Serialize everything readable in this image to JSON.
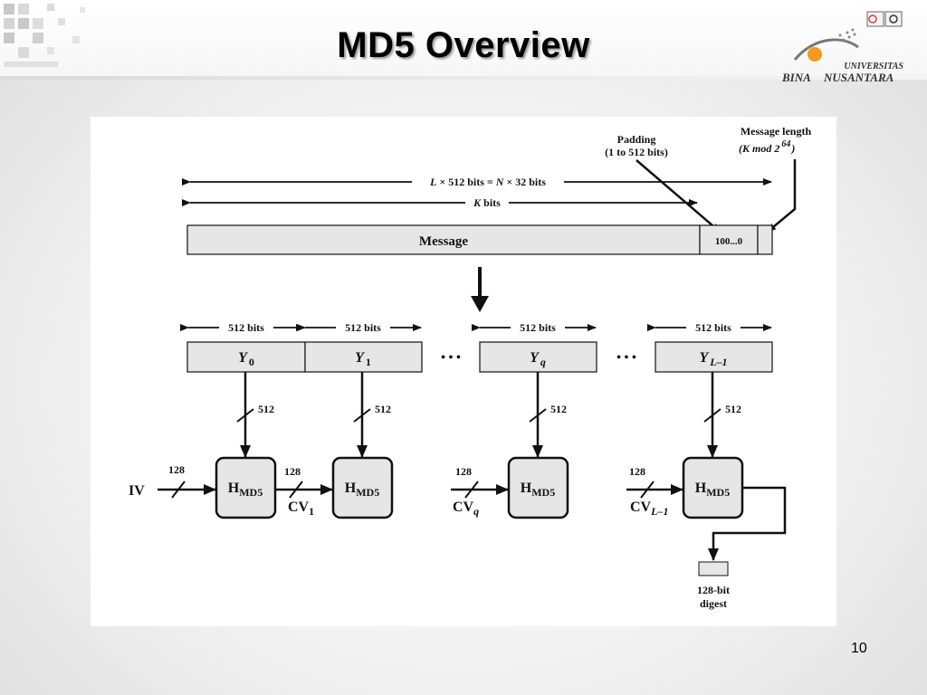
{
  "slide": {
    "title": "MD5 Overview",
    "page_number": "10",
    "logo": {
      "line1": "UNIVERSITAS",
      "line2_a": "BINA",
      "line2_b": "NUSANTARA"
    }
  },
  "diagram": {
    "padding_label": [
      "Padding",
      "(1 to 512 bits)"
    ],
    "msglen_label": [
      "Message length",
      "(K mod 2",
      "64",
      ")"
    ],
    "length_top": {
      "L": "L",
      "rest": " × 512 bits = ",
      "N": "N",
      "rest2": " × 32 bits"
    },
    "k_bits": {
      "K": "K",
      "rest": " bits"
    },
    "message": "Message",
    "pad_bits": "100...0",
    "block_size": "512 bits",
    "dots": "• • •",
    "blocks": [
      {
        "Y": "Y",
        "sub": "0"
      },
      {
        "Y": "Y",
        "sub": "1"
      },
      {
        "Y": "Y",
        "sub": "q"
      },
      {
        "Y": "Y",
        "sub": "L–1"
      }
    ],
    "bus_512": "512",
    "bus_128": "128",
    "h_main": "H",
    "h_sub": "MD5",
    "iv": "IV",
    "cvs": [
      {
        "CV": "CV",
        "sub": "1"
      },
      {
        "CV": "CV",
        "sub": "q"
      },
      {
        "CV": "CV",
        "sub": "L–1"
      }
    ],
    "digest": [
      "128-bit",
      "digest"
    ]
  }
}
